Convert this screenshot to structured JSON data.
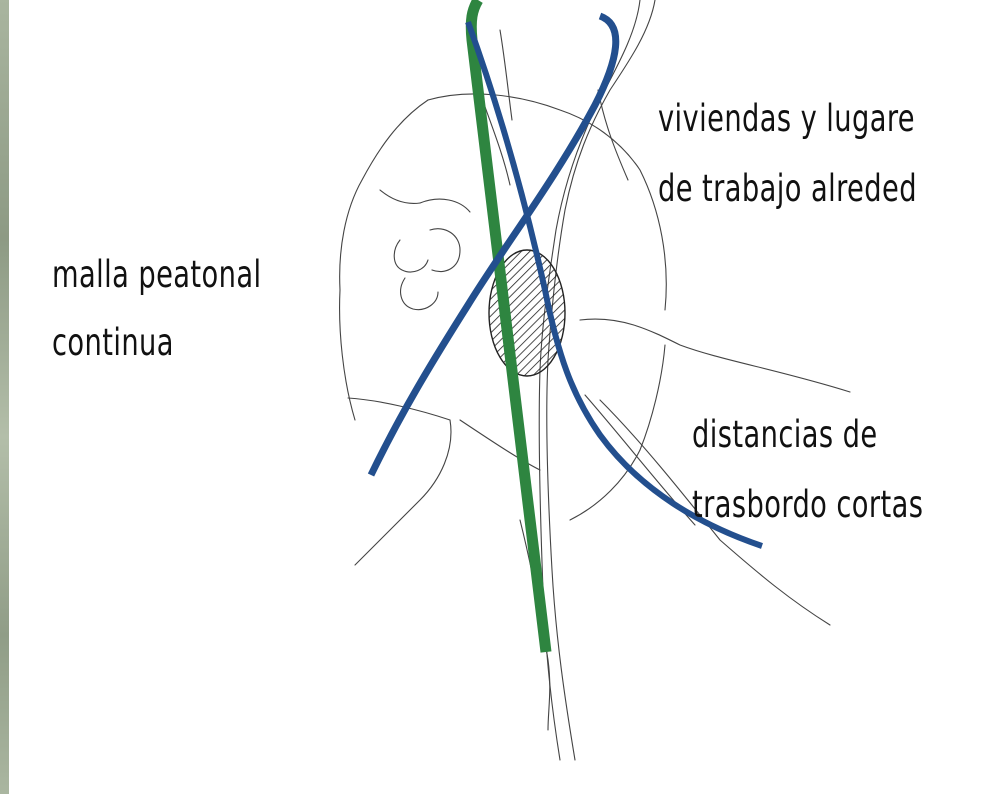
{
  "labels": {
    "viviendas_line1": "viviendas y lugare",
    "viviendas_line2": "de trabajo alreded",
    "malla_line1": "malla peatonal",
    "malla_line2": "continua",
    "distancias_line1": "distancias de",
    "distancias_line2": "trasbordo cortas"
  },
  "colors": {
    "green_line": "#2e8540",
    "blue_line": "#234f8e",
    "sketch": "#444444",
    "edge_strip": "#9aa791"
  }
}
